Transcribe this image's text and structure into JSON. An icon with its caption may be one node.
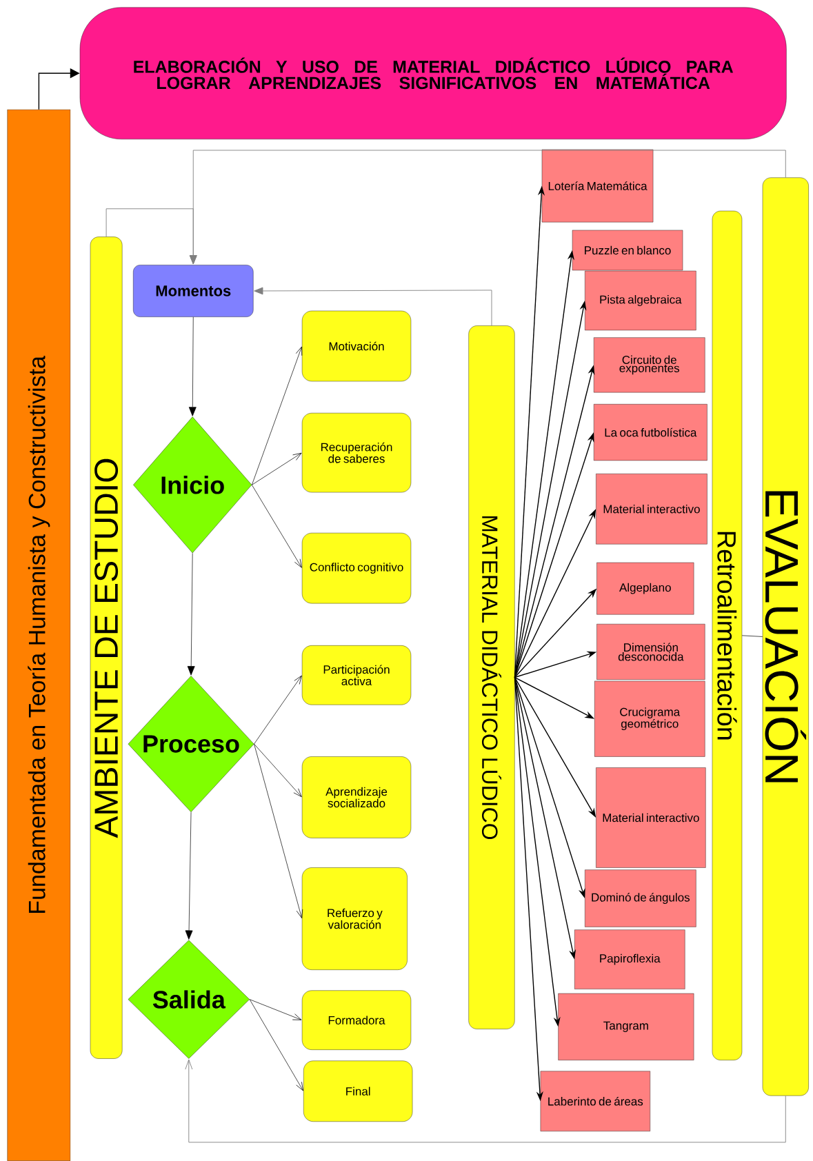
{
  "diagram": {
    "nodes": [
      {
        "text": [
          "ELABORACIÓN Y USO DE MATERIAL DIDÁCTICO LÚDICO PARA LOGRAR APRENDIZAJES SIGNIFICATIVOS EN MATEMÁTICA"
        ]
      },
      {
        "text": [
          "Fundamentada en Teoría Humanista y Constructivista"
        ]
      },
      {
        "text": [
          "AMBIENTE DE ESTUDIO"
        ]
      },
      {
        "text": [
          "Momentos"
        ]
      },
      {
        "text": [
          "Inicio"
        ]
      },
      {
        "text": [
          "Motivación"
        ]
      },
      {
        "text": [
          "Recuperación de saberes"
        ]
      },
      {
        "text": [
          "Conflicto cognitivo"
        ]
      },
      {
        "text": [
          "Proceso"
        ]
      },
      {
        "text": [
          "Participación activa"
        ]
      },
      {
        "text": [
          "Aprendizaje socializado"
        ]
      },
      {
        "text": [
          "Refuerzo y valoración"
        ]
      },
      {
        "text": [
          "Salida"
        ]
      },
      {
        "text": [
          "Formadora"
        ]
      },
      {
        "text": [
          "Final"
        ]
      },
      {
        "text": [
          "MATERIAL DIDÁCTICO LÚDICO"
        ]
      },
      {
        "text": [
          "Lotería Matemática"
        ]
      },
      {
        "text": [
          "Puzzle en blanco"
        ]
      },
      {
        "text": [
          "Pista algebraica"
        ]
      },
      {
        "text": [
          "Circuito de exponentes"
        ]
      },
      {
        "text": [
          "La oca futbolística"
        ]
      },
      {
        "text": [
          "Material interactivo"
        ]
      },
      {
        "text": [
          "Algeplano"
        ]
      },
      {
        "text": [
          "Dimensión desconocida"
        ]
      },
      {
        "text": [
          "Crucigrama geométrico"
        ]
      },
      {
        "text": [
          "Material interactivo"
        ]
      },
      {
        "text": [
          "Dominó de ángulos"
        ]
      },
      {
        "text": [
          "Papiroflexia"
        ]
      },
      {
        "text": [
          "Tangram"
        ]
      },
      {
        "text": [
          "Laberinto de áreas"
        ]
      },
      {
        "text": [
          "Retroalimentación"
        ]
      },
      {
        "text": [
          "EVALUACIÓN"
        ]
      }
    ],
    "edges": [
      {
        "from": 1,
        "to": 0,
        "arrow": "to"
      },
      {
        "from": 31,
        "to": 3,
        "arrow": "to",
        "color": "#808080"
      },
      {
        "from": 2,
        "to": 3,
        "arrow": "to",
        "color": "#808080"
      },
      {
        "from": 15,
        "to": 3,
        "arrow": "to",
        "color": "#808080"
      },
      {
        "from": 3,
        "to": 4,
        "arrow": "to"
      },
      {
        "from": 4,
        "to": 8,
        "arrow": "to"
      },
      {
        "from": 8,
        "to": 12,
        "arrow": "to"
      },
      {
        "from": 4,
        "to": 5,
        "arrow": "to"
      },
      {
        "from": 4,
        "to": 6,
        "arrow": "to"
      },
      {
        "from": 4,
        "to": 7,
        "arrow": "to"
      },
      {
        "from": 8,
        "to": 9,
        "arrow": "to"
      },
      {
        "from": 8,
        "to": 10,
        "arrow": "to"
      },
      {
        "from": 8,
        "to": 11,
        "arrow": "to"
      },
      {
        "from": 12,
        "to": 13,
        "arrow": "to"
      },
      {
        "from": 12,
        "to": 14,
        "arrow": "to"
      },
      {
        "from": 15,
        "to": 16,
        "arrow": "to"
      },
      {
        "from": 15,
        "to": 17,
        "arrow": "to"
      },
      {
        "from": 15,
        "to": 18,
        "arrow": "to"
      },
      {
        "from": 15,
        "to": 19,
        "arrow": "to"
      },
      {
        "from": 15,
        "to": 20,
        "arrow": "to"
      },
      {
        "from": 15,
        "to": 21,
        "arrow": "to"
      },
      {
        "from": 15,
        "to": 22,
        "arrow": "to"
      },
      {
        "from": 15,
        "to": 23,
        "arrow": "to"
      },
      {
        "from": 15,
        "to": 24,
        "arrow": "to"
      },
      {
        "from": 15,
        "to": 25,
        "arrow": "to"
      },
      {
        "from": 15,
        "to": 26,
        "arrow": "to"
      },
      {
        "from": 15,
        "to": 27,
        "arrow": "to"
      },
      {
        "from": 15,
        "to": 28,
        "arrow": "to"
      },
      {
        "from": 15,
        "to": 29,
        "arrow": "to"
      },
      {
        "from": 31,
        "to": 12,
        "arrow": "to",
        "color": "#808080"
      },
      {
        "from": 30,
        "to": 31,
        "arrow": "none"
      }
    ]
  }
}
